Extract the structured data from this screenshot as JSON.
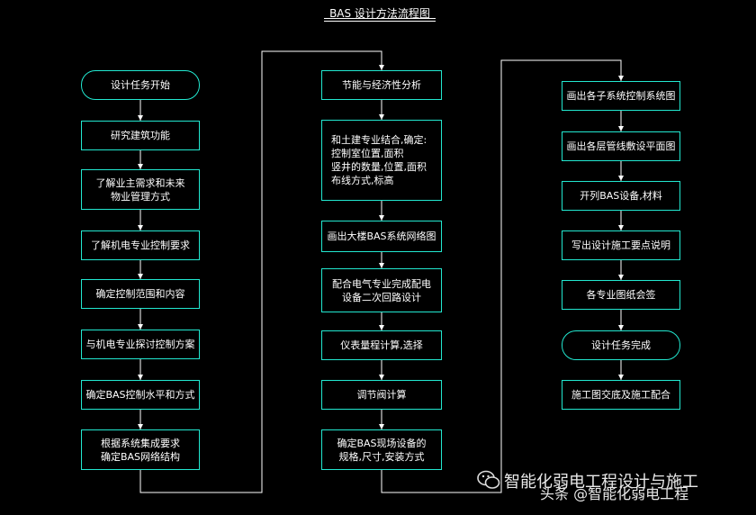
{
  "title": "BAS 设计方法流程图",
  "colors": {
    "box_border": "#22e8d0",
    "connector": "#ffffff",
    "background": "#000000",
    "text": "#ffffff"
  },
  "columns": [
    {
      "id": "col1",
      "steps": [
        "设计任务开始",
        "研究建筑功能",
        "了解业主需求和未来\n物业管理方式",
        "了解机电专业控制要求",
        "确定控制范围和内容",
        "与机电专业探讨控制方案",
        "确定BAS控制水平和方式",
        "根据系统集成要求\n确定BAS网络结构"
      ]
    },
    {
      "id": "col2",
      "steps": [
        "节能与经济性分析",
        "和土建专业结合,确定:\n控制室位置,面积\n竖井的数量,位置,面积\n布线方式,标高",
        "画出大楼BAS系统网络图",
        "配合电气专业完成配电\n设备二次回路设计",
        "仪表量程计算,选择",
        "调节阀计算",
        "确定BAS现场设备的\n规格,尺寸,安装方式"
      ]
    },
    {
      "id": "col3",
      "steps": [
        "画出各子系统控制系统图",
        "画出各层管线敷设平面图",
        "开列BAS设备,材料",
        "写出设计施工要点说明",
        "各专业图纸会签",
        "设计任务完成",
        "施工图交底及施工配合"
      ]
    }
  ],
  "watermark": {
    "main": "智能化弱电工程设计与施工",
    "sub": "头条 @智能化弱电工程"
  }
}
